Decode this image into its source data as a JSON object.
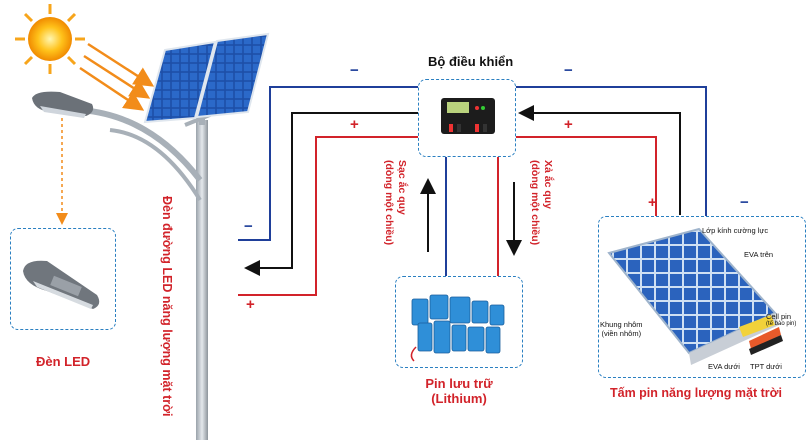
{
  "controller": {
    "title": "Bộ điều khiển"
  },
  "charge_label": {
    "line1": "Sạc ắc quy",
    "line2": "(dòng một chiều)"
  },
  "discharge_label": {
    "line1": "Xả ắc quy",
    "line2": "(dòng một chiều)"
  },
  "battery": {
    "title_line1": "Pin lưu trữ",
    "title_line2": "(Lithium)"
  },
  "led": {
    "title": "Đèn LED"
  },
  "street_light": {
    "label": "Đèn đường LED năng lượng mặt trời"
  },
  "solar_panel": {
    "title": "Tấm pin năng lượng mặt trời",
    "parts": {
      "glass": "Lớp kính cường lực",
      "eva_top": "EVA trên",
      "frame_line1": "Khung nhôm",
      "frame_line2": "(viền nhôm)",
      "cell_line1": "Cell pin",
      "cell_line2": "(tế bào pin)",
      "eva_bottom": "EVA dưới",
      "tpt": "TPT dưới"
    }
  },
  "signs": {
    "plus": "+",
    "minus": "−"
  },
  "colors": {
    "negative": "#1f3f9a",
    "positive": "#d2232a",
    "ground": "#111111",
    "border": "#2a7fc1"
  }
}
